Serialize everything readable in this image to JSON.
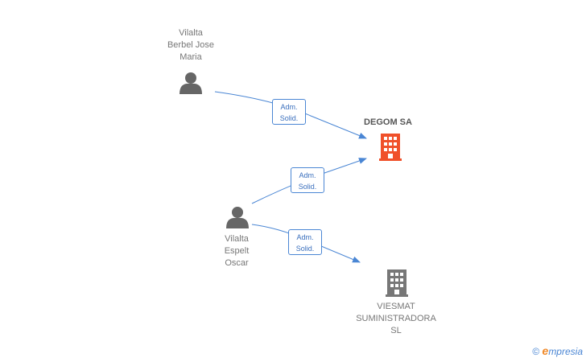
{
  "nodes": {
    "person_jose": {
      "label": "Vilalta\nBerbel Jose\nMaria",
      "icon": "person-icon",
      "color": "#666666"
    },
    "person_oscar": {
      "label": "Vilalta\nEspelt\nOscar",
      "icon": "person-icon",
      "color": "#666666"
    },
    "company_degom": {
      "label": "DEGOM SA",
      "icon": "building-icon",
      "color": "#f0502a"
    },
    "company_viesmat": {
      "label": "VIESMAT\nSUMINISTRADORA\nSL",
      "icon": "building-icon",
      "color": "#777777"
    }
  },
  "edges": [
    {
      "from": "person_jose",
      "to": "company_degom",
      "label": "Adm.\nSolid."
    },
    {
      "from": "person_oscar",
      "to": "company_degom",
      "label": "Adm.\nSolid."
    },
    {
      "from": "person_oscar",
      "to": "company_viesmat",
      "label": "Adm.\nSolid."
    }
  ],
  "colors": {
    "edge": "#4a86d4"
  },
  "brand": {
    "copyright": "©",
    "e": "e",
    "rest": "mpresia"
  }
}
